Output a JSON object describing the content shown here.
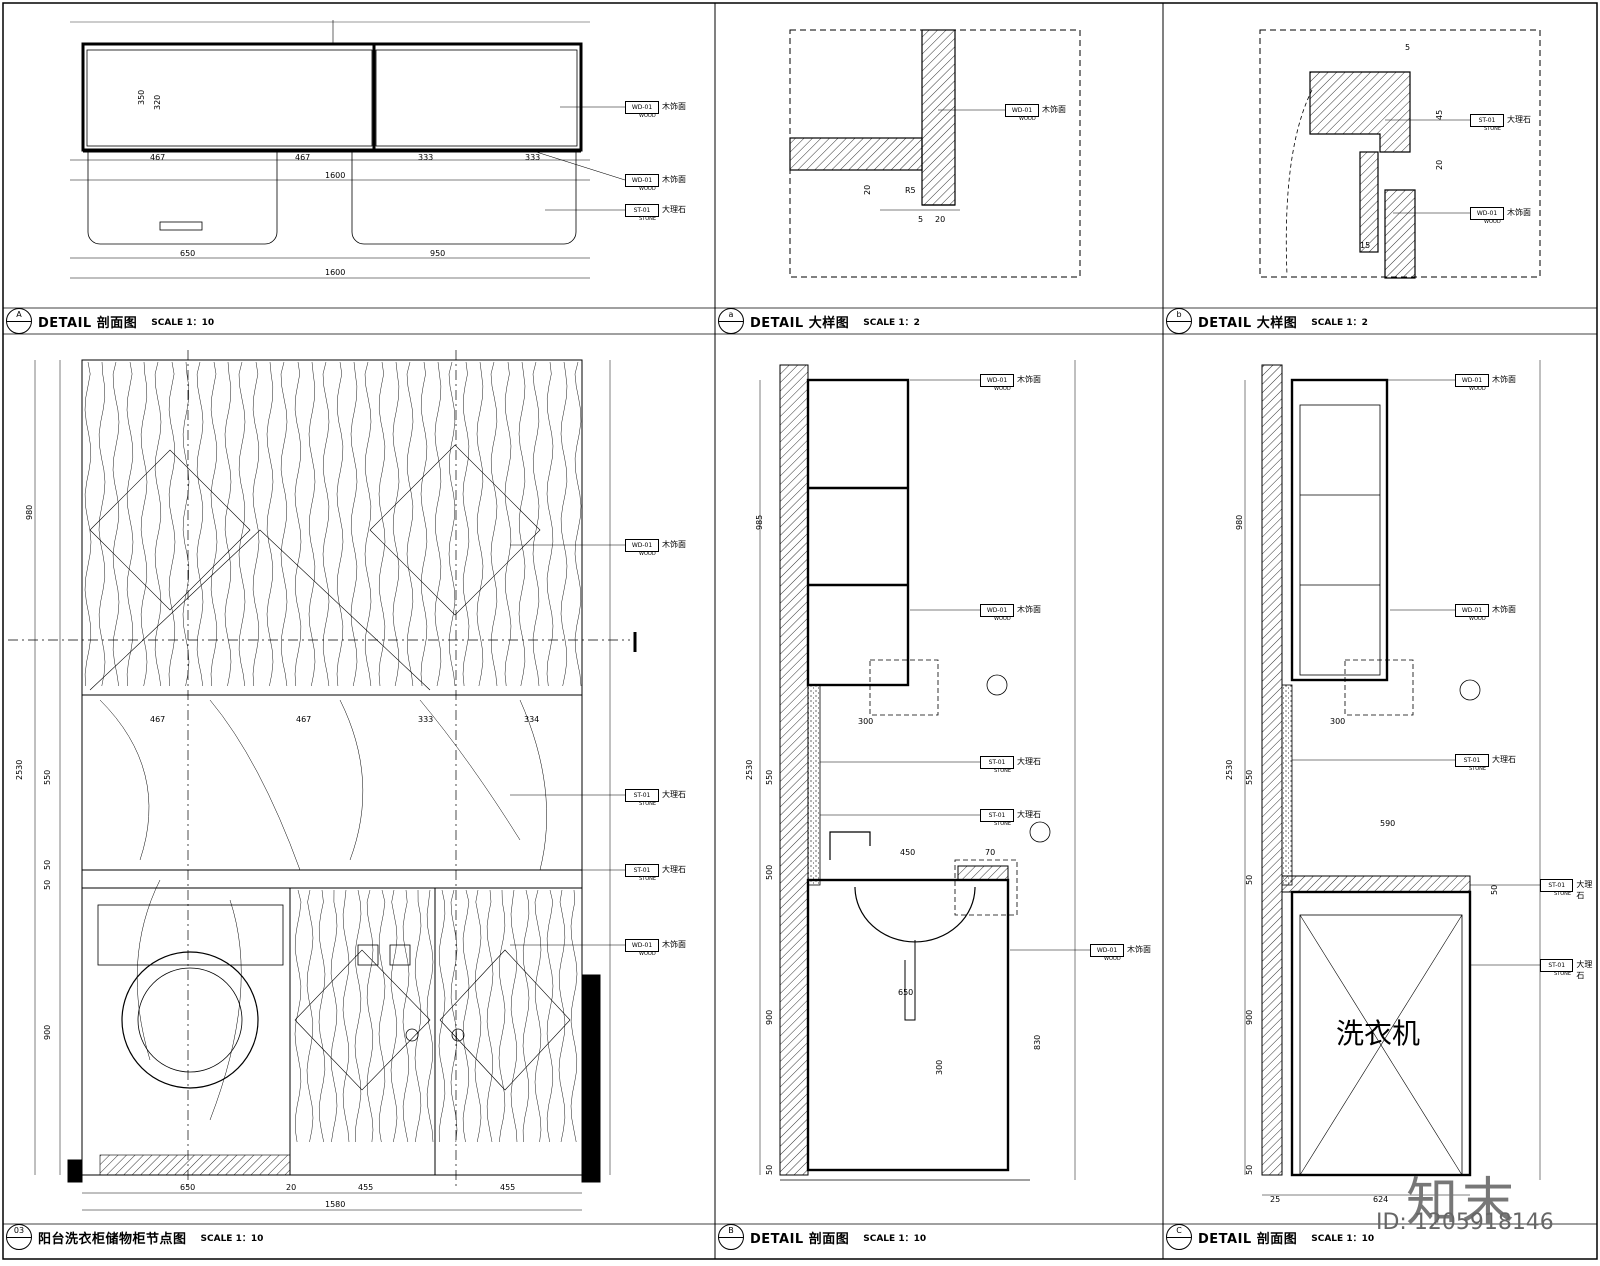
{
  "views": {
    "a1": {
      "marker": "A",
      "title": "DETAIL 剖面图",
      "scale": "SCALE 1：10"
    },
    "a2": {
      "marker": "a",
      "title": "DETAIL 大样图",
      "scale": "SCALE 1：2"
    },
    "a3": {
      "marker": "b",
      "title": "DETAIL 大样图",
      "scale": "SCALE 1：2"
    },
    "b1": {
      "marker": "03",
      "title": "阳台洗衣柜储物柜节点图",
      "scale": "SCALE 1：10"
    },
    "b2": {
      "marker": "B",
      "title": "DETAIL 剖面图",
      "scale": "SCALE 1：10"
    },
    "b3": {
      "marker": "C",
      "title": "DETAIL 剖面图",
      "scale": "SCALE 1：10"
    }
  },
  "materials": {
    "wood": {
      "code": "WD-01",
      "label": "木饰面",
      "sub": "WOOD"
    },
    "stone": {
      "code": "ST-01",
      "label": "大理石",
      "sub": "STONE"
    }
  },
  "dims": {
    "a1_top": [
      "467",
      "467",
      "333",
      "333"
    ],
    "a1_total": "1600",
    "a1_bottom": [
      "650",
      "950"
    ],
    "a1_bottom_total": "1600",
    "a1_h": [
      "350",
      "320"
    ],
    "a2": [
      "20",
      "R5",
      "5",
      "20"
    ],
    "a3": [
      "5",
      "45",
      "20",
      "15"
    ],
    "b1_left": [
      "980",
      "2530",
      "550",
      "50",
      "50",
      "900"
    ],
    "b1_mid": [
      "467",
      "467",
      "333",
      "334"
    ],
    "b1_bottom": [
      "650",
      "20",
      "455",
      "455"
    ],
    "b1_total": "1580",
    "b2_left": [
      "985",
      "2530",
      "550",
      "500",
      "900",
      "50"
    ],
    "b2_mid": [
      "300",
      "450",
      "70",
      "650",
      "830",
      "300"
    ],
    "b3_left": [
      "980",
      "2530",
      "550",
      "50",
      "900",
      "50"
    ],
    "b3_mid": [
      "300",
      "590",
      "624",
      "25",
      "50"
    ]
  },
  "washing_machine": "洗衣机",
  "watermark": {
    "logo": "知末",
    "id": "ID: 1205918146"
  }
}
